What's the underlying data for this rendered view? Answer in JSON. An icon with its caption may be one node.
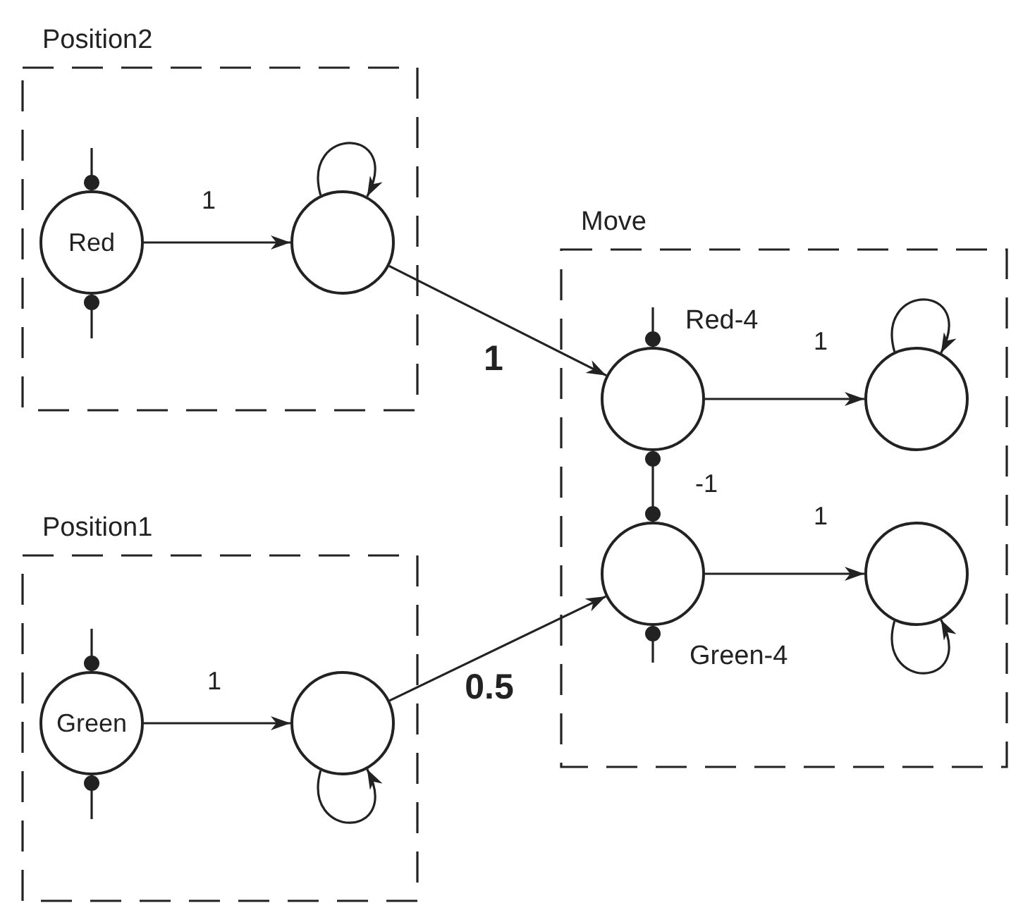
{
  "diagram": {
    "nodes": [
      {
        "text": [
          "Position2"
        ]
      },
      {
        "text": [
          "Red"
        ],
        "in": 0
      },
      {
        "text": [],
        "shape": "circle",
        "in": 0
      },
      {
        "text": [
          "Position1"
        ]
      },
      {
        "text": [
          "Green"
        ],
        "in": 3
      },
      {
        "text": [],
        "shape": "circle",
        "in": 3
      },
      {
        "text": [
          "Move"
        ]
      },
      {
        "text": [],
        "shape": "circle",
        "in": 6,
        "beside": [
          "Red-4"
        ]
      },
      {
        "text": [],
        "shape": "circle",
        "in": 6
      },
      {
        "text": [],
        "shape": "circle",
        "in": 6,
        "beside": [
          "Green-4"
        ]
      },
      {
        "text": [],
        "shape": "circle",
        "in": 6
      }
    ],
    "edges": [
      {
        "from": 1,
        "to": 2,
        "arrow": "to",
        "label": "1"
      },
      {
        "from": 2,
        "to": 2,
        "arrow": "to"
      },
      {
        "from": 2,
        "to": 7,
        "arrow": "to",
        "label": "1"
      },
      {
        "from": 4,
        "to": 5,
        "arrow": "to",
        "label": "1"
      },
      {
        "from": 5,
        "to": 5,
        "arrow": "to"
      },
      {
        "from": 5,
        "to": 9,
        "arrow": "to",
        "label": "0.5"
      },
      {
        "from": 7,
        "to": 8,
        "arrow": "to",
        "label": "1"
      },
      {
        "from": 8,
        "to": 8,
        "arrow": "to"
      },
      {
        "from": 9,
        "to": 10,
        "arrow": "to",
        "label": "1"
      },
      {
        "from": 10,
        "to": 10,
        "arrow": "to"
      },
      {
        "from": 7,
        "to": 9,
        "arrow": "other",
        "label": "-1"
      },
      {
        "from": null,
        "to": 1,
        "arrow": "other"
      },
      {
        "from": null,
        "to": 1,
        "arrow": "other"
      },
      {
        "from": null,
        "to": 4,
        "arrow": "other"
      },
      {
        "from": null,
        "to": 4,
        "arrow": "other"
      },
      {
        "from": null,
        "to": 7,
        "arrow": "other"
      },
      {
        "from": null,
        "to": 9,
        "arrow": "other"
      }
    ]
  }
}
